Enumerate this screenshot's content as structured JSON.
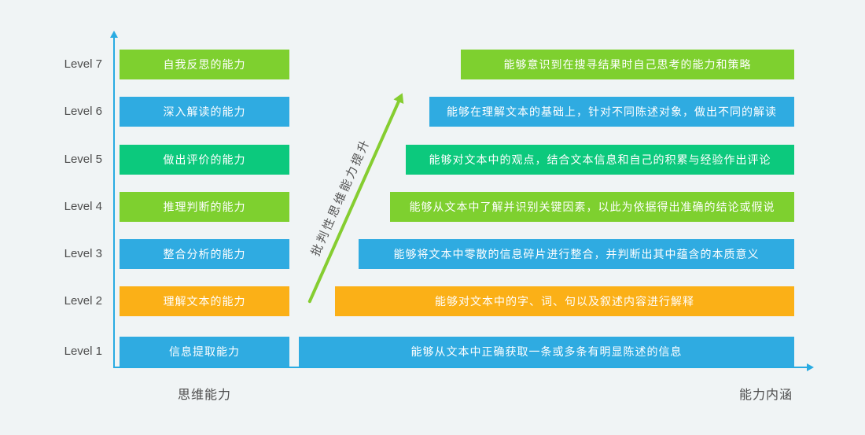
{
  "page": {
    "background": "#f0f4f5"
  },
  "axes": {
    "color": "#29abe2",
    "y_axis_label": "思维能力",
    "x_axis_label": "能力内涵"
  },
  "trend": {
    "label": "批判性思维能力提升",
    "color": "#85cd30"
  },
  "levels": [
    {
      "label": "Level 7",
      "ability": "自我反思的能力",
      "description": "能够意识到在搜寻结果时自己思考的能力和策略",
      "color": "#7ed02f"
    },
    {
      "label": "Level 6",
      "ability": "深入解读的能力",
      "description": "能够在理解文本的基础上，针对不同陈述对象，做出不同的解读",
      "color": "#2fabe1"
    },
    {
      "label": "Level 5",
      "ability": "做出评价的能力",
      "description": "能够对文本中的观点，结合文本信息和自己的积累与经验作出评论",
      "color": "#0cc97d"
    },
    {
      "label": "Level 4",
      "ability": "推理判断的能力",
      "description": "能够从文本中了解并识别关键因素，以此为依据得出准确的结论或假说",
      "color": "#7ed02f"
    },
    {
      "label": "Level 3",
      "ability": "整合分析的能力",
      "description": "能够将文本中零散的信息碎片进行整合，并判断出其中蕴含的本质意义",
      "color": "#2fabe1"
    },
    {
      "label": "Level 2",
      "ability": "理解文本的能力",
      "description": "能够对文本中的字、词、句以及叙述内容进行解释",
      "color": "#fbb017"
    },
    {
      "label": "Level 1",
      "ability": "信息提取能力",
      "description": "能够从文本中正确获取一条或多条有明显陈述的信息",
      "color": "#2fabe1"
    }
  ]
}
